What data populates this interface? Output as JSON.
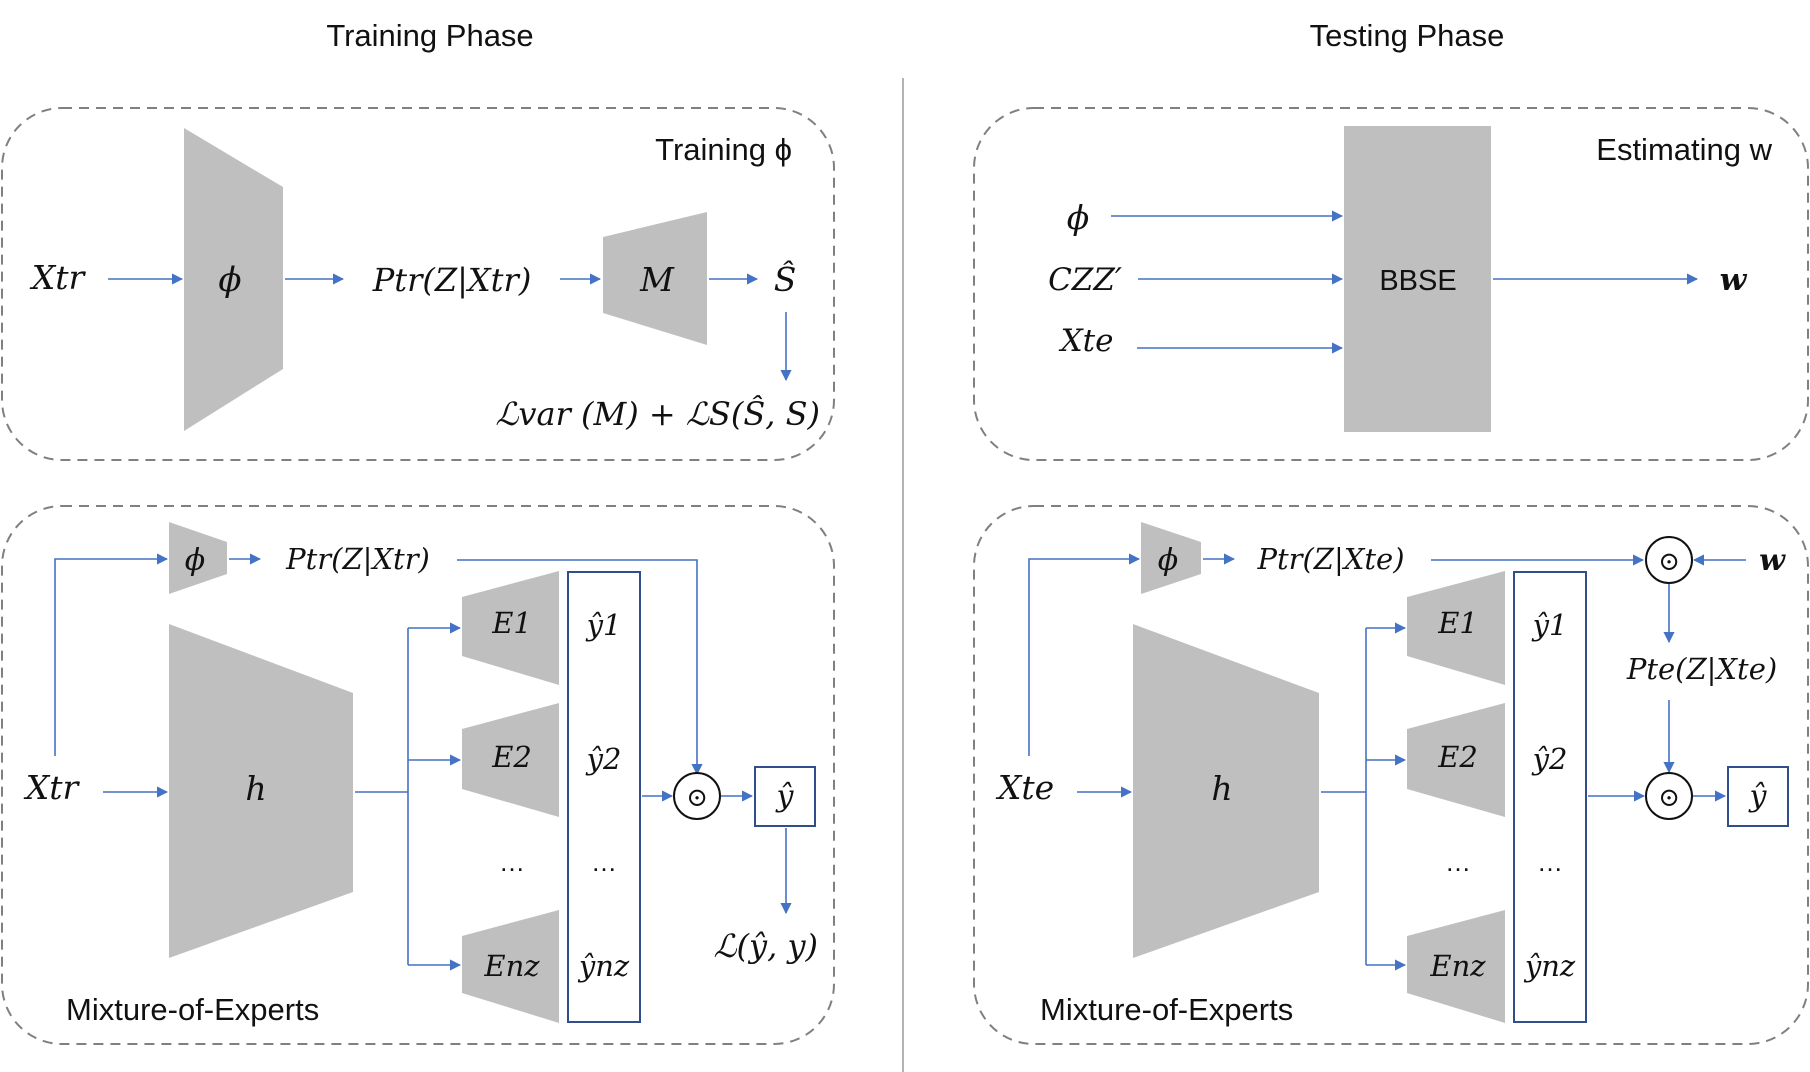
{
  "phases": {
    "training": "Training Phase",
    "testing": "Testing Phase"
  },
  "colors": {
    "block_fill": "#bfbfbf",
    "arrow": "#4472c4",
    "dashed_border": "#808080",
    "box_border": "#2f4e8a"
  },
  "training_top": {
    "title": "Training ϕ",
    "input": "Xtr",
    "encoder": "ϕ",
    "posterior": "Ptr(Z|Xtr)",
    "model": "M",
    "output": "Ŝ",
    "loss": "ℒvar (M) + ℒS(Ŝ, S)"
  },
  "testing_top": {
    "title": "Estimating w",
    "inputs": [
      "ϕ",
      "CZZ′",
      "Xte"
    ],
    "block": "BBSE",
    "output": "w"
  },
  "training_moe": {
    "label": "Mixture-of-Experts",
    "input": "Xtr",
    "phi": "ϕ",
    "posterior": "Ptr(Z|Xtr)",
    "backbone": "h",
    "experts": [
      "E1",
      "E2",
      "…",
      "Enz"
    ],
    "predictions": [
      "ŷ1",
      "ŷ2",
      "…",
      "ŷnz"
    ],
    "combine": "⊙",
    "output": "ŷ",
    "loss": "ℒ(ŷ, y)"
  },
  "testing_moe": {
    "label": "Mixture-of-Experts",
    "input": "Xte",
    "phi": "ϕ",
    "posterior": "Ptr(Z|Xte)",
    "weights": "w",
    "adjusted_posterior": "Pte(Z|Xte)",
    "backbone": "h",
    "experts": [
      "E1",
      "E2",
      "…",
      "Enz"
    ],
    "predictions": [
      "ŷ1",
      "ŷ2",
      "…",
      "ŷnz"
    ],
    "combine": "⊙",
    "output": "ŷ"
  }
}
